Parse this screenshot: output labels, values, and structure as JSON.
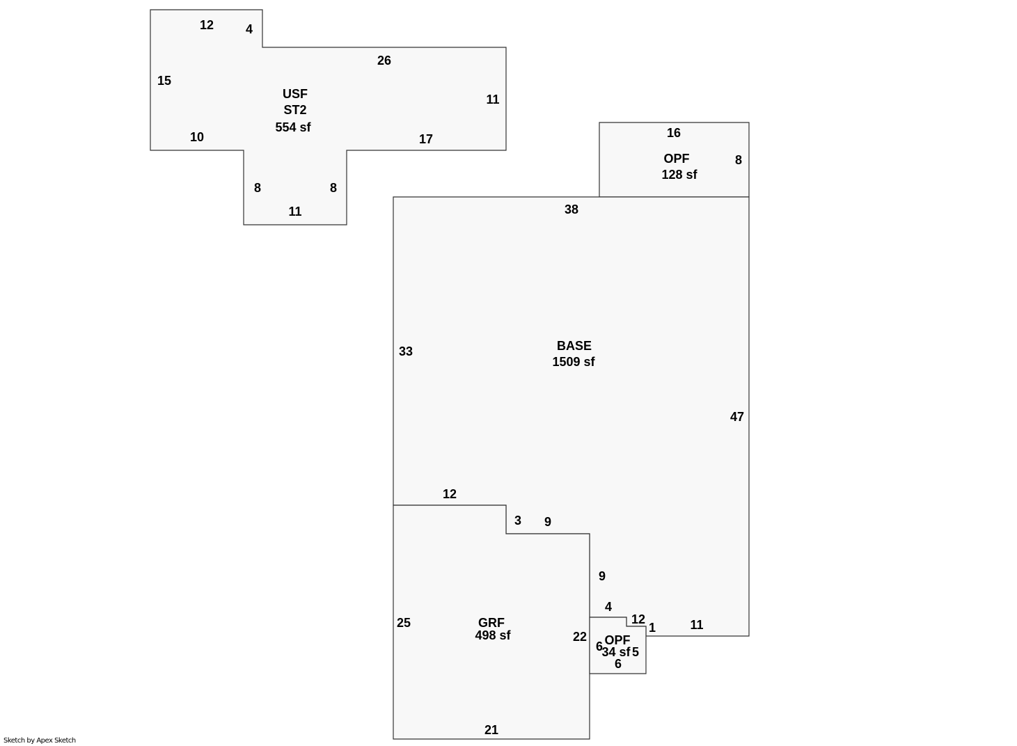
{
  "areas": {
    "usf": {
      "name": "USF",
      "sub": "ST2",
      "size": "554 sf",
      "dims": [
        "12",
        "4",
        "26",
        "15",
        "11",
        "10",
        "17",
        "8",
        "8",
        "11"
      ]
    },
    "opf_top": {
      "name": "OPF",
      "size": "128 sf",
      "dims": [
        "16",
        "8"
      ]
    },
    "base": {
      "name": "BASE",
      "size": "1509 sf",
      "dims": [
        "38",
        "33",
        "47",
        "12",
        "3",
        "9",
        "9",
        "4",
        "12",
        "1",
        "11"
      ]
    },
    "grf": {
      "name": "GRF",
      "size": "498 sf",
      "dims": [
        "25",
        "22",
        "21"
      ]
    },
    "opf_small": {
      "name": "OPF",
      "size": "34 sf",
      "dims": [
        "6",
        "5",
        "6"
      ]
    }
  },
  "footer": "Sketch by Apex Sketch"
}
